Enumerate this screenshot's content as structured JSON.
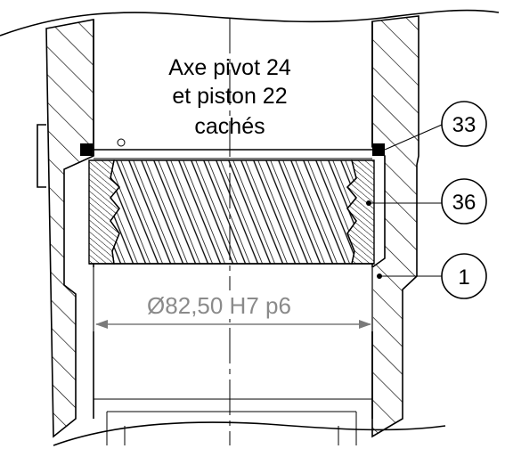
{
  "note": {
    "line1": "Axe pivot 24",
    "line2": "et piston 22",
    "line3": "cachés"
  },
  "dimension": {
    "text": "Ø82,50 H7 p6"
  },
  "balloons": [
    {
      "label": "33"
    },
    {
      "label": "36"
    },
    {
      "label": "1"
    }
  ]
}
